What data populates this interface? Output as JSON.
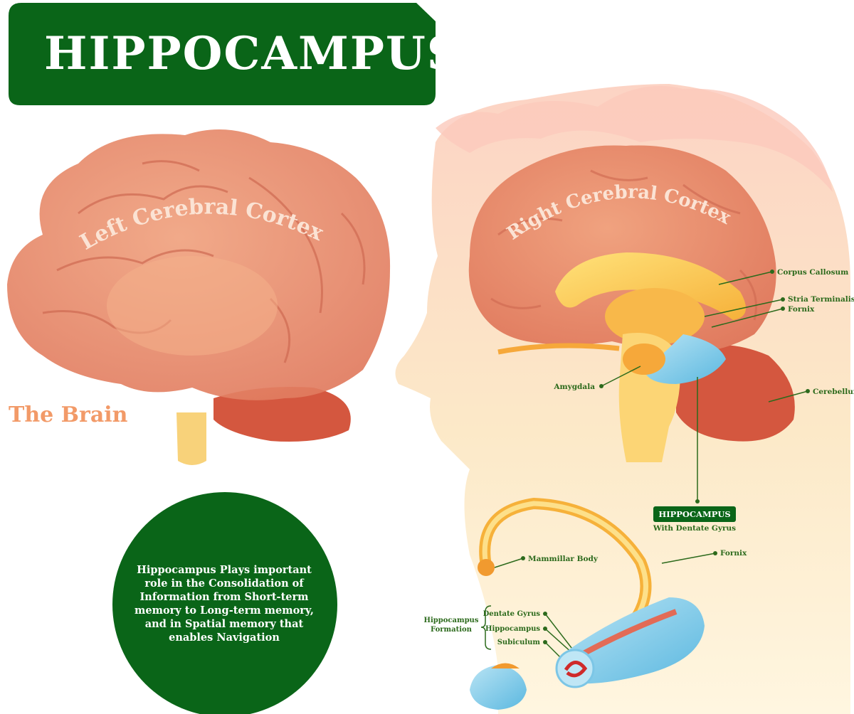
{
  "title": "HIPPOCAMPUS",
  "brain_caption": "The Brain",
  "left_cortex_label": "Left Cerebral Cortex",
  "right_cortex_label": "Right Cerebral Cortex",
  "description": "Hippocampus Plays important role in the Consolidation of Information from Short-term memory to Long-term memory, and in Spatial memory that enables Navigation",
  "description_lines": [
    "Hippocampus Plays important",
    "role in the Consolidation of",
    "Information from Short-term",
    "memory to Long-term memory,",
    "and in Spatial memory that",
    "enables Navigation"
  ],
  "labels": {
    "corpus_callosum": "Corpus Callosum",
    "stria_terminalis": "Stria Terminalis",
    "fornix_upper": "Fornix",
    "amygdala": "Amygdala",
    "cerebellum": "Cerebellum",
    "hippocampus_main": "HIPPOCAMPUS",
    "with_dentate_gyrus": "With Dentate Gyrus",
    "mammillar_body": "Mammillar Body",
    "fornix_lower": "Fornix",
    "hippocampus_formation_1": "Hippocampus",
    "hippocampus_formation_2": "Formation",
    "dentate_gyrus": "Dentate Gyrus",
    "hippocampus_small": "Hippocampus",
    "subiculum": "Subiculum"
  },
  "colors": {
    "banner_green": "#0a6518",
    "label_green": "#2c6a1c",
    "brain_orange": "#e9876b",
    "cortex_text": "#fbe3d4",
    "hippo_blue": "#7cc6e6",
    "limbic_yellow": "#f8c24a",
    "head_peach": "#fcd6c4"
  }
}
